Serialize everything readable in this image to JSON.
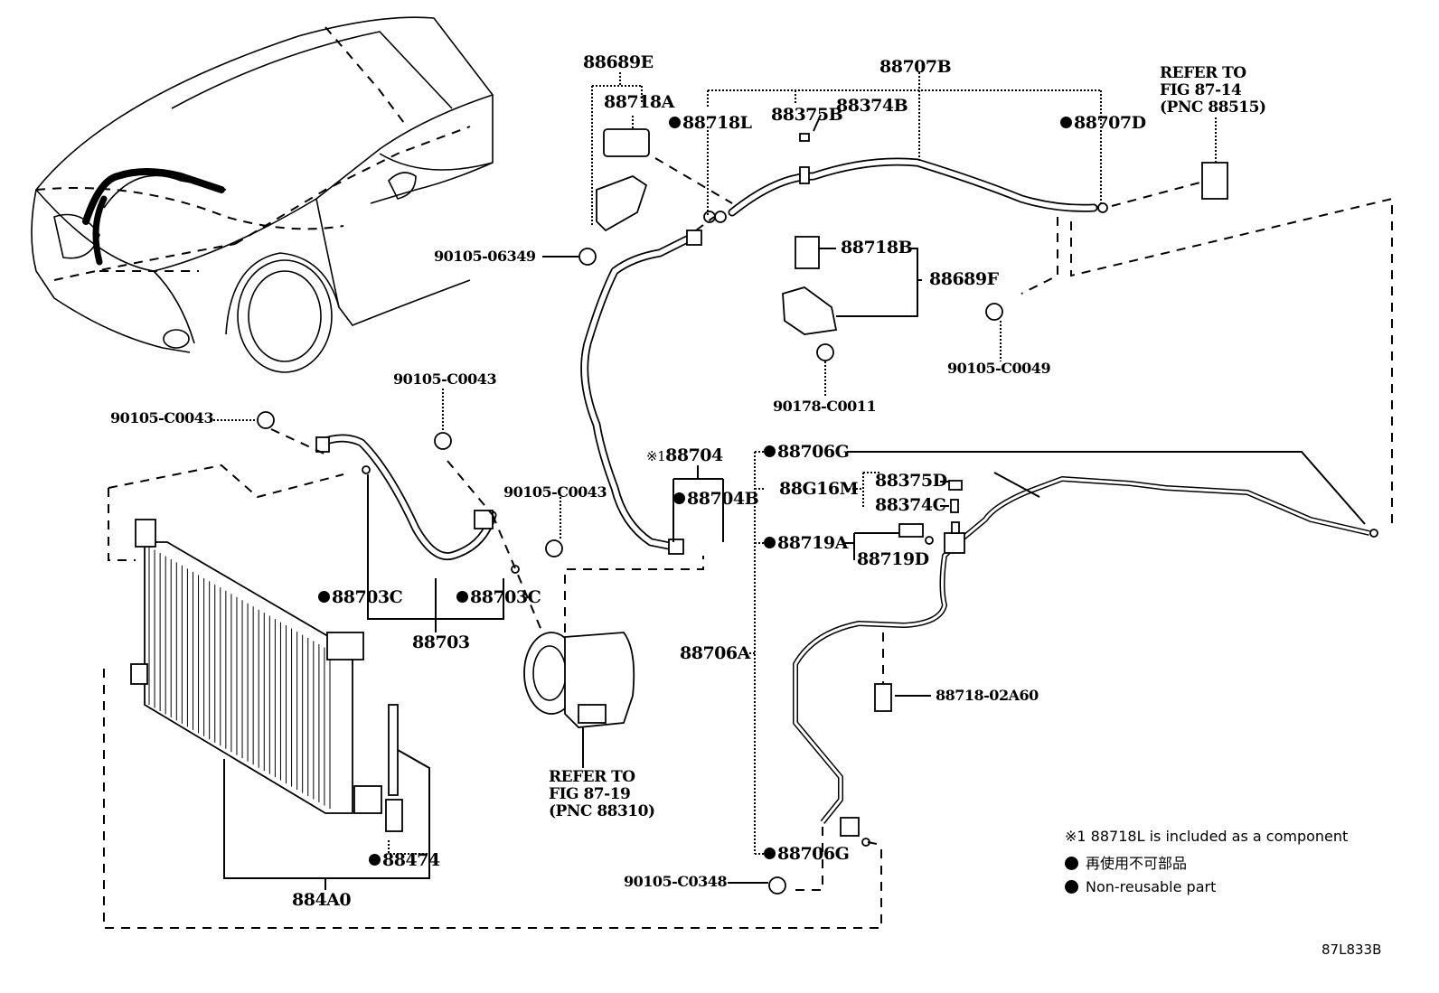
{
  "diagram": {
    "title": "Air Conditioner Tube & Accessory Assembly (parts illustration)",
    "figure_id": "87L833B",
    "labels": {
      "p88689E": {
        "text": "88689E",
        "nonreusable": false
      },
      "p88718A": {
        "text": "88718A",
        "nonreusable": false
      },
      "p88718L": {
        "text": "88718L",
        "nonreusable": true
      },
      "p88375B": {
        "text": "88375B",
        "nonreusable": false
      },
      "p88374B": {
        "text": "88374B",
        "nonreusable": false
      },
      "p88707B": {
        "text": "88707B",
        "nonreusable": false
      },
      "p88707D": {
        "text": "88707D",
        "nonreusable": true
      },
      "p88718B": {
        "text": "88718B",
        "nonreusable": false
      },
      "p88689F": {
        "text": "88689F",
        "nonreusable": false
      },
      "p90105_06349": {
        "text": "90105-06349",
        "nonreusable": false
      },
      "p90105_C0049": {
        "text": "90105-C0049",
        "nonreusable": false
      },
      "p90178_C0011": {
        "text": "90178-C0011",
        "nonreusable": false
      },
      "p90105_C0043_a": {
        "text": "90105-C0043",
        "nonreusable": false
      },
      "p90105_C0043_b": {
        "text": "90105-C0043",
        "nonreusable": false
      },
      "p90105_C0043_c": {
        "text": "90105-C0043",
        "nonreusable": false
      },
      "p88704": {
        "text": "88704",
        "note_mark": "※1",
        "nonreusable": false
      },
      "p88704B": {
        "text": "88704B",
        "nonreusable": true
      },
      "p88706G_top": {
        "text": "88706G",
        "nonreusable": true
      },
      "p88G16M": {
        "text": "88G16M",
        "nonreusable": false
      },
      "p88375D": {
        "text": "88375D",
        "nonreusable": false
      },
      "p88374C": {
        "text": "88374C",
        "nonreusable": false
      },
      "p88719A": {
        "text": "88719A",
        "nonreusable": true
      },
      "p88719D": {
        "text": "88719D",
        "nonreusable": false
      },
      "p88706A": {
        "text": "88706A",
        "nonreusable": false
      },
      "p88718_02A60": {
        "text": "88718-02A60",
        "nonreusable": false
      },
      "p88706G_bottom": {
        "text": "88706G",
        "nonreusable": true
      },
      "p90105_C0348": {
        "text": "90105-C0348",
        "nonreusable": false
      },
      "p88703C_left": {
        "text": "88703C",
        "nonreusable": true
      },
      "p88703C_right": {
        "text": "88703C",
        "nonreusable": true
      },
      "p88703": {
        "text": "88703",
        "nonreusable": false
      },
      "p88474": {
        "text": "88474",
        "nonreusable": true
      },
      "p884A0": {
        "text": "884A0",
        "nonreusable": false
      }
    },
    "references": {
      "pnc88515": [
        "REFER TO",
        "FIG 87-14",
        "(PNC 88515)"
      ],
      "pnc88310": [
        "REFER TO",
        "FIG 87-19",
        "(PNC 88310)"
      ]
    },
    "legend": {
      "note": "※1 88718L  is included as a component",
      "nonreusable_jp": "再使用不可部品",
      "nonreusable_en": "Non-reusable part",
      "marker_color": "#000000"
    }
  }
}
